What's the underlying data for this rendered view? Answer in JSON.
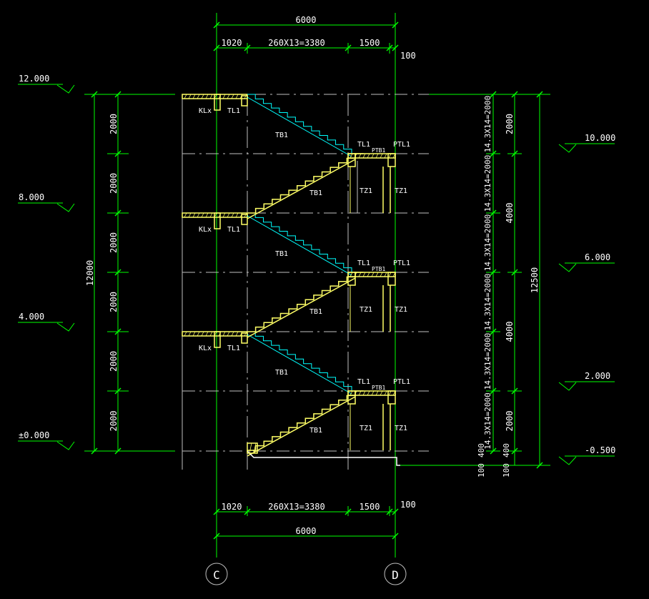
{
  "colors": {
    "background": "#000000",
    "dimension": "#00ff00",
    "text": "#ffffff",
    "structure": "#ffff66",
    "flight_down": "#00ffff",
    "grid": "#c0c0c0"
  },
  "dims_top": {
    "overall": "6000",
    "seg_left": "1020",
    "seg_mid": "260X13=3380",
    "seg_right": "1500",
    "offset": "100"
  },
  "dims_bottom": {
    "overall": "6000",
    "seg_left": "1020",
    "seg_mid": "260X13=3380",
    "seg_right": "1500",
    "offset": "100"
  },
  "elevations_left": [
    "12.000",
    "8.000",
    "4.000",
    "±0.000"
  ],
  "elevations_right": [
    "10.000",
    "6.000",
    "2.000",
    "-0.500"
  ],
  "left_dims": {
    "total": "12000",
    "floors": [
      "2000",
      "2000",
      "2000",
      "2000",
      "2000",
      "2000"
    ]
  },
  "right_dims": {
    "stairs": [
      "14.3X14=2000",
      "14.3X14=2000",
      "14.3X14=2000",
      "14.3X14=2000",
      "14.3X14=2000",
      "14.3X14=2000"
    ],
    "seg": [
      "2000",
      "4000",
      "4000",
      "2000"
    ],
    "total": "12500",
    "bottom_a": "100",
    "bottom_b": "400",
    "bottom_c": "100",
    "bottom_d": "400"
  },
  "labels": {
    "kl": "KLx",
    "tl1": "TL1",
    "tb1": "TB1",
    "ptl1": "PTL1",
    "ptb1": "PTB1",
    "tz1": "TZ1"
  },
  "axes": [
    "C",
    "D"
  ]
}
